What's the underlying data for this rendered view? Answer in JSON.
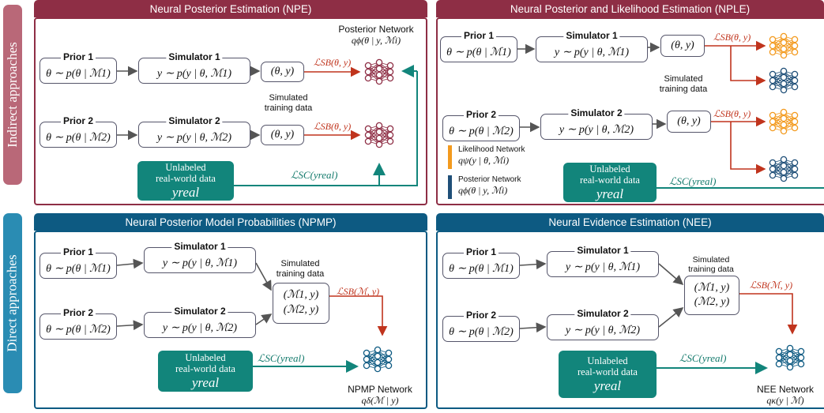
{
  "side_labels": {
    "indirect": "Indirect approaches",
    "direct": "Direct approaches"
  },
  "panels": {
    "npe": {
      "title": "Neural Posterior Estimation (NPE)",
      "prior1_title": "Prior 1",
      "prior1_formula": "θ ∼ p(θ | ℳ1)",
      "prior2_title": "Prior 2",
      "prior2_formula": "θ ∼ p(θ | ℳ2)",
      "sim1_title": "Simulator 1",
      "sim1_formula": "y ∼ p(y | θ, ℳ1)",
      "sim2_title": "Simulator 2",
      "sim2_formula": "y ∼ p(y | θ, ℳ2)",
      "data1": "(θ, y)",
      "data2": "(θ, y)",
      "simulated_label_1": "Simulated",
      "simulated_label_2": "training data",
      "loss_sb_1": "ℒSB(θ, y)",
      "loss_sb_2": "ℒSB(θ, y)",
      "loss_sc": "ℒSC(yreal)",
      "net_title": "Posterior Network",
      "net_formula": "qϕ(θ | y, ℳi)",
      "unlabeled_1": "Unlabeled",
      "unlabeled_2": "real-world data",
      "unlabeled_3": "yreal"
    },
    "nple": {
      "title": "Neural Posterior and Likelihood Estimation (NPLE)",
      "prior1_title": "Prior 1",
      "prior1_formula": "θ ∼ p(θ | ℳ1)",
      "prior2_title": "Prior 2",
      "prior2_formula": "θ ∼ p(θ | ℳ2)",
      "sim1_title": "Simulator 1",
      "sim1_formula": "y ∼ p(y | θ, ℳ1)",
      "sim2_title": "Simulator 2",
      "sim2_formula": "y ∼ p(y | θ, ℳ2)",
      "data1": "(θ, y)",
      "data2": "(θ, y)",
      "simulated_label_1": "Simulated",
      "simulated_label_2": "training data",
      "loss_sb_1": "ℒSB(θ, y)",
      "loss_sb_2": "ℒSB(θ, y)",
      "loss_sc": "ℒSC(yreal)",
      "legend_lik_title": "Likelihood Network",
      "legend_lik_formula": "qψ(y | θ, ℳi)",
      "legend_post_title": "Posterior Network",
      "legend_post_formula": "qϕ(θ | y, ℳi)",
      "unlabeled_1": "Unlabeled",
      "unlabeled_2": "real-world data",
      "unlabeled_3": "yreal",
      "orange": "#f39a1e",
      "navy": "#1f4f78"
    },
    "npmp": {
      "title": "Neural Posterior Model Probabilities (NPMP)",
      "prior1_title": "Prior 1",
      "prior1_formula": "θ ∼ p(θ | ℳ1)",
      "prior2_title": "Prior 2",
      "prior2_formula": "θ ∼ p(θ | ℳ2)",
      "sim1_title": "Simulator 1",
      "sim1_formula": "y ∼ p(y | θ, ℳ1)",
      "sim2_title": "Simulator 2",
      "sim2_formula": "y ∼ p(y | θ, ℳ2)",
      "simulated_label_1": "Simulated",
      "simulated_label_2": "training data",
      "data_line1": "(ℳ1, y)",
      "data_line2": "(ℳ2, y)",
      "loss_sb": "ℒSB(ℳ, y)",
      "loss_sc": "ℒSC(yreal)",
      "net_title": "NPMP Network",
      "net_formula": "qδ(ℳ | y)",
      "unlabeled_1": "Unlabeled",
      "unlabeled_2": "real-world data",
      "unlabeled_3": "yreal"
    },
    "nee": {
      "title": "Neural Evidence Estimation (NEE)",
      "prior1_title": "Prior 1",
      "prior1_formula": "θ ∼ p(θ | ℳ1)",
      "prior2_title": "Prior 2",
      "prior2_formula": "θ ∼ p(θ | ℳ2)",
      "sim1_title": "Simulator 1",
      "sim1_formula": "y ∼ p(y | θ, ℳ1)",
      "sim2_title": "Simulator 2",
      "sim2_formula": "y ∼ p(y | θ, ℳ2)",
      "simulated_label_1": "Simulated",
      "simulated_label_2": "training data",
      "data_line1": "(ℳ1, y)",
      "data_line2": "(ℳ2, y)",
      "loss_sb": "ℒSB(ℳ, y)",
      "loss_sc": "ℒSC(yreal)",
      "net_title": "NEE Network",
      "net_formula": "qκ(y | ℳ)",
      "unlabeled_1": "Unlabeled",
      "unlabeled_2": "real-world data",
      "unlabeled_3": "yreal"
    }
  },
  "colors": {
    "indirect_header": "#8e2e45",
    "indirect_tab": "#b96878",
    "direct_header": "#0d5a82",
    "direct_tab": "#2a8cb3",
    "teal": "#12857b",
    "red_arrow": "#c0341d",
    "gray_arrow": "#555"
  }
}
